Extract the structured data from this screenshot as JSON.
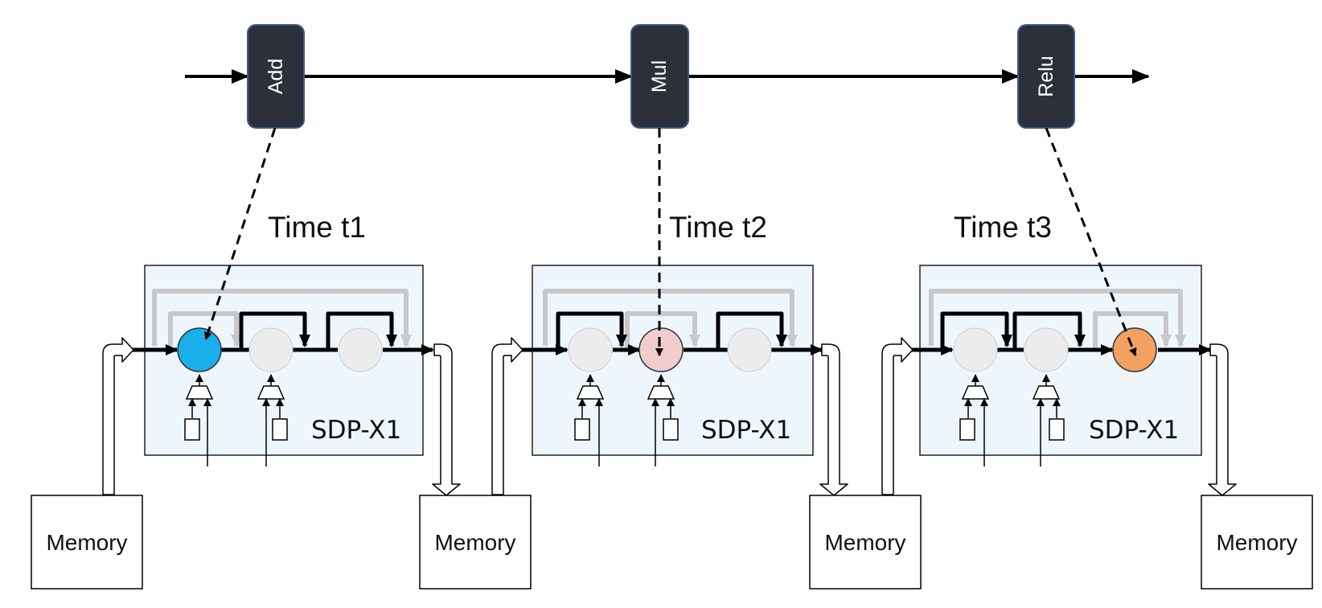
{
  "pipeline": {
    "ops": [
      {
        "label": "Add"
      },
      {
        "label": "Mul"
      },
      {
        "label": "Relu"
      }
    ]
  },
  "stages": [
    {
      "time": "Time t1",
      "unit": "SDP-X1",
      "active_color": "#1aaeea"
    },
    {
      "time": "Time t2",
      "unit": "SDP-X1",
      "active_color": "#f0cccc"
    },
    {
      "time": "Time t3",
      "unit": "SDP-X1",
      "active_color": "#f2a160"
    }
  ],
  "memory": {
    "label": "Memory"
  },
  "colors": {
    "op_box": "#2c3038",
    "op_border": "#3b5a8c",
    "unit_fill": "#eef6fc",
    "idle_node": "#ececec",
    "bypass": "#c8c8c8"
  }
}
